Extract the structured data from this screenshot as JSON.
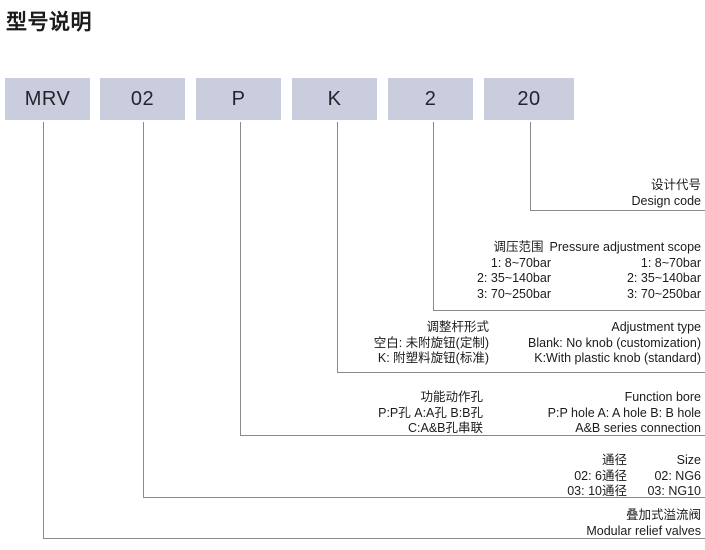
{
  "title": "型号说明",
  "colors": {
    "box_fill": "#c9cddd",
    "line": "#8a8a8a",
    "text": "#1b1b1b"
  },
  "code_boxes": [
    {
      "value": "MRV"
    },
    {
      "value": "02"
    },
    {
      "value": "P"
    },
    {
      "value": "K"
    },
    {
      "value": "2"
    },
    {
      "value": "20"
    }
  ],
  "annotations": {
    "design_code": {
      "heading_cn": "设计代号",
      "heading_en": "Design code"
    },
    "pressure": {
      "heading_cn": "调压范围",
      "heading_en": "Pressure adjustment scope",
      "options": [
        {
          "cn": "1: 8~70bar",
          "en": "1: 8~70bar"
        },
        {
          "cn": "2: 35~140bar",
          "en": "2: 35~140bar"
        },
        {
          "cn": "3: 70~250bar",
          "en": "3: 70~250bar"
        }
      ]
    },
    "adjustment": {
      "heading_cn": "调整杆形式",
      "heading_en": "Adjustment type",
      "options": [
        {
          "cn": "空白: 未附旋钮(定制)",
          "en": "Blank: No knob (customization)"
        },
        {
          "cn": "K: 附塑料旋钮(标准)",
          "en": "K:With plastic knob (standard)"
        }
      ]
    },
    "function_bore": {
      "heading_cn": "功能动作孔",
      "heading_en": "Function bore",
      "options": [
        {
          "cn": "P:P孔  A:A孔  B:B孔",
          "en": "P:P hole   A: A hole   B: B hole"
        },
        {
          "cn": "C:A&B孔串联",
          "en": "A&B series connection"
        }
      ]
    },
    "size": {
      "heading_cn": "通径",
      "heading_en": "Size",
      "options": [
        {
          "cn": "02: 6通径",
          "en": "02: NG6"
        },
        {
          "cn": "03: 10通径",
          "en": "03: NG10"
        }
      ]
    },
    "product": {
      "heading_cn": "叠加式溢流阀",
      "heading_en": "Modular relief valves"
    }
  }
}
